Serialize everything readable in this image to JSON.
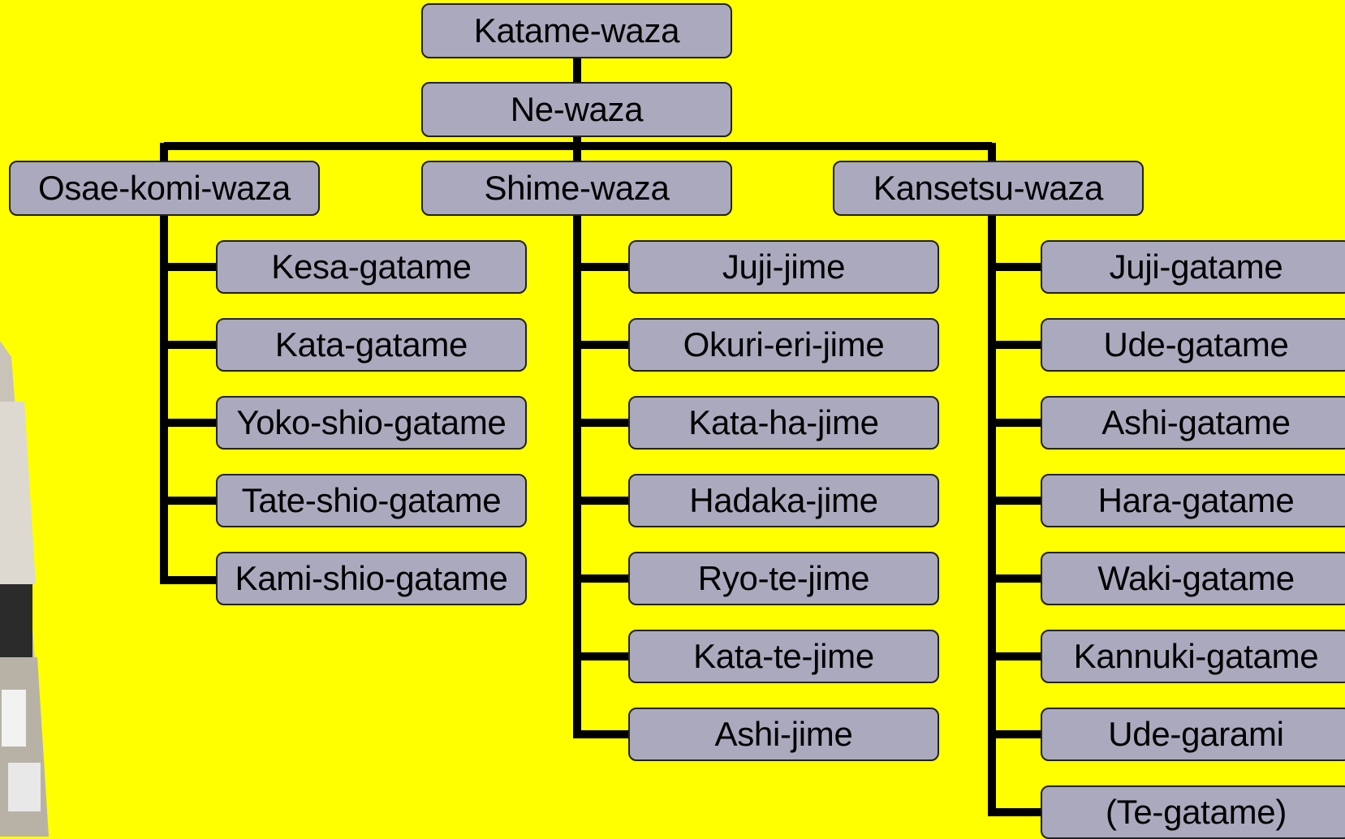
{
  "diagram": {
    "root": "Katame-waza",
    "level2": "Ne-waza",
    "categories": [
      {
        "label": "Osae-komi-waza",
        "techniques": [
          "Kesa-gatame",
          "Kata-gatame",
          "Yoko-shio-gatame",
          "Tate-shio-gatame",
          "Kami-shio-gatame"
        ]
      },
      {
        "label": "Shime-waza",
        "techniques": [
          "Juji-jime",
          "Okuri-eri-jime",
          "Kata-ha-jime",
          "Hadaka-jime",
          "Ryo-te-jime",
          "Kata-te-jime",
          "Ashi-jime"
        ]
      },
      {
        "label": "Kansetsu-waza",
        "techniques": [
          "Juji-gatame",
          "Ude-gatame",
          "Ashi-gatame",
          "Hara-gatame",
          "Waki-gatame",
          "Kannuki-gatame",
          "Ude-garami",
          "(Te-gatame)"
        ]
      }
    ]
  },
  "colors": {
    "background": "#FFFF00",
    "box_fill": "#ABA9BD",
    "connector": "#000000"
  }
}
